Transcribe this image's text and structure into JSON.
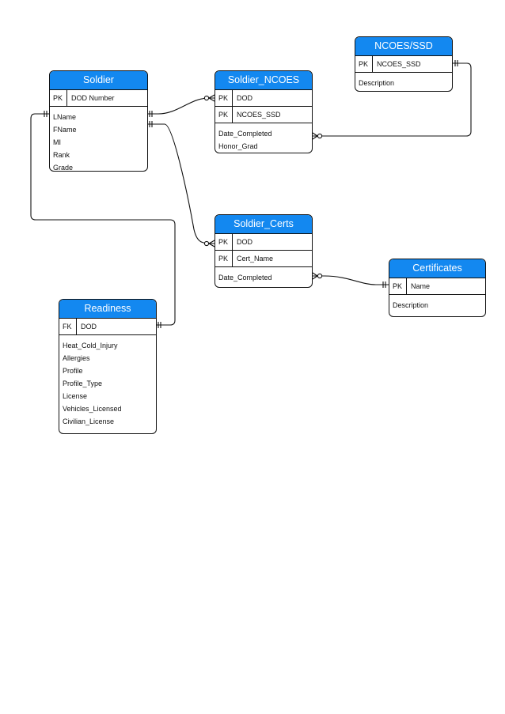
{
  "colors": {
    "header": "#1388f0",
    "header_text": "#ffffff",
    "line": "#111111"
  },
  "soldier": {
    "title": "Soldier",
    "keys": [
      {
        "type": "PK",
        "name": "DOD Number"
      }
    ],
    "attributes": [
      "LName",
      "FName",
      "MI",
      "Rank",
      "Grade"
    ]
  },
  "soldier_ncoes": {
    "title": "Soldier_NCOES",
    "keys": [
      {
        "type": "PK",
        "name": "DOD"
      },
      {
        "type": "PK",
        "name": "NCOES_SSD"
      }
    ],
    "attributes": [
      "Date_Completed",
      "Honor_Grad"
    ]
  },
  "ncoes_ssd": {
    "title": "NCOES/SSD",
    "keys": [
      {
        "type": "PK",
        "name": "NCOES_SSD"
      }
    ],
    "attributes": [
      "Description"
    ]
  },
  "soldier_certs": {
    "title": "Soldier_Certs",
    "keys": [
      {
        "type": "PK",
        "name": "DOD"
      },
      {
        "type": "PK",
        "name": "Cert_Name"
      }
    ],
    "attributes": [
      "Date_Completed"
    ]
  },
  "certificates": {
    "title": "Certificates",
    "keys": [
      {
        "type": "PK",
        "name": "Name"
      }
    ],
    "attributes": [
      "Description"
    ]
  },
  "readiness": {
    "title": "Readiness",
    "keys": [
      {
        "type": "FK",
        "name": "DOD"
      }
    ],
    "attributes": [
      "Heat_Cold_Injury",
      "Allergies",
      "Profile",
      "Profile_Type",
      "License",
      "Vehicles_Licensed",
      "Civilian_License"
    ]
  }
}
